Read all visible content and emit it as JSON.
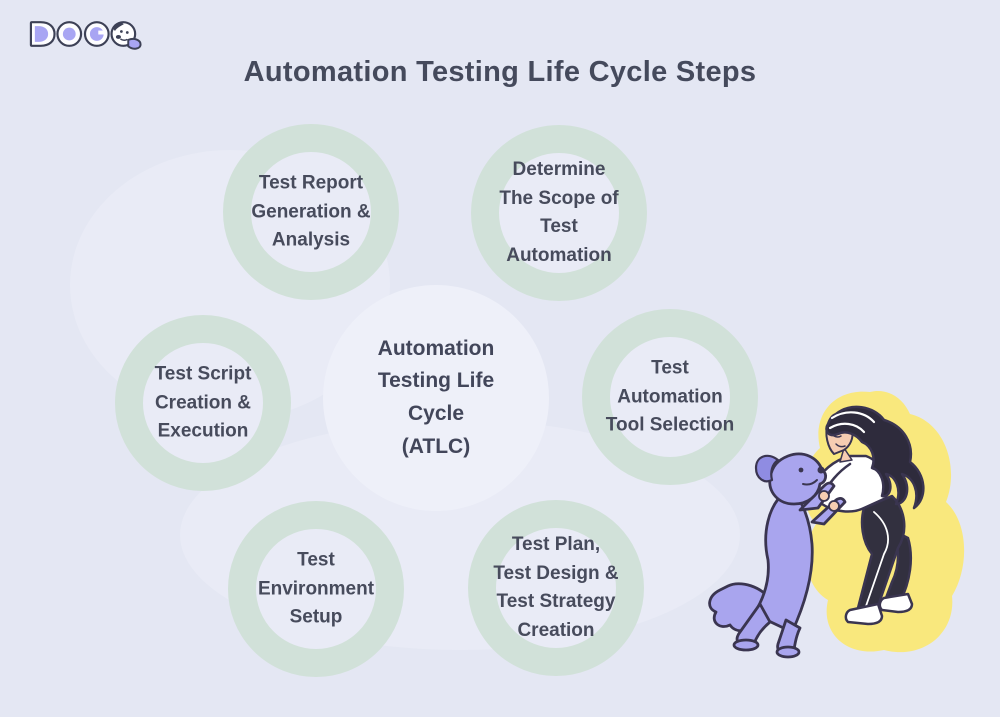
{
  "page": {
    "title": "Automation Testing Life Cycle Steps",
    "background_color": "#e4e7f3"
  },
  "logo": {
    "brand": "DOGQ",
    "accent_color": "#a8a5f3",
    "outline_color": "#3d4156"
  },
  "diagram": {
    "center_label": "Automation\nTesting Life\nCycle\n(ATLC)",
    "colors": {
      "ring": "#d1e1d9",
      "ring_hole": "#e9ebf6",
      "center_circle": "#eef0f9",
      "text": "#474b5c"
    },
    "steps": [
      {
        "label": "Test Report\nGeneration &\nAnalysis"
      },
      {
        "label": "Determine\nThe Scope of\nTest\nAutomation"
      },
      {
        "label": "Test Script\nCreation &\nExecution"
      },
      {
        "label": "Test\nAutomation\nTool Selection"
      },
      {
        "label": "Test\nEnvironment\nSetup"
      },
      {
        "label": "Test Plan,\nTest Design &\nTest Strategy\nCreation"
      }
    ]
  },
  "illustration": {
    "alt": "Woman playing with a purple dog in front of a yellow blob",
    "colors": {
      "blob": "#f9e87d",
      "dog": "#a9a5ee",
      "outline": "#3a3550",
      "hair": "#2e2b3c",
      "skin": "#f6cdb2",
      "shirt": "#ffffff",
      "pants": "#32303f"
    }
  }
}
